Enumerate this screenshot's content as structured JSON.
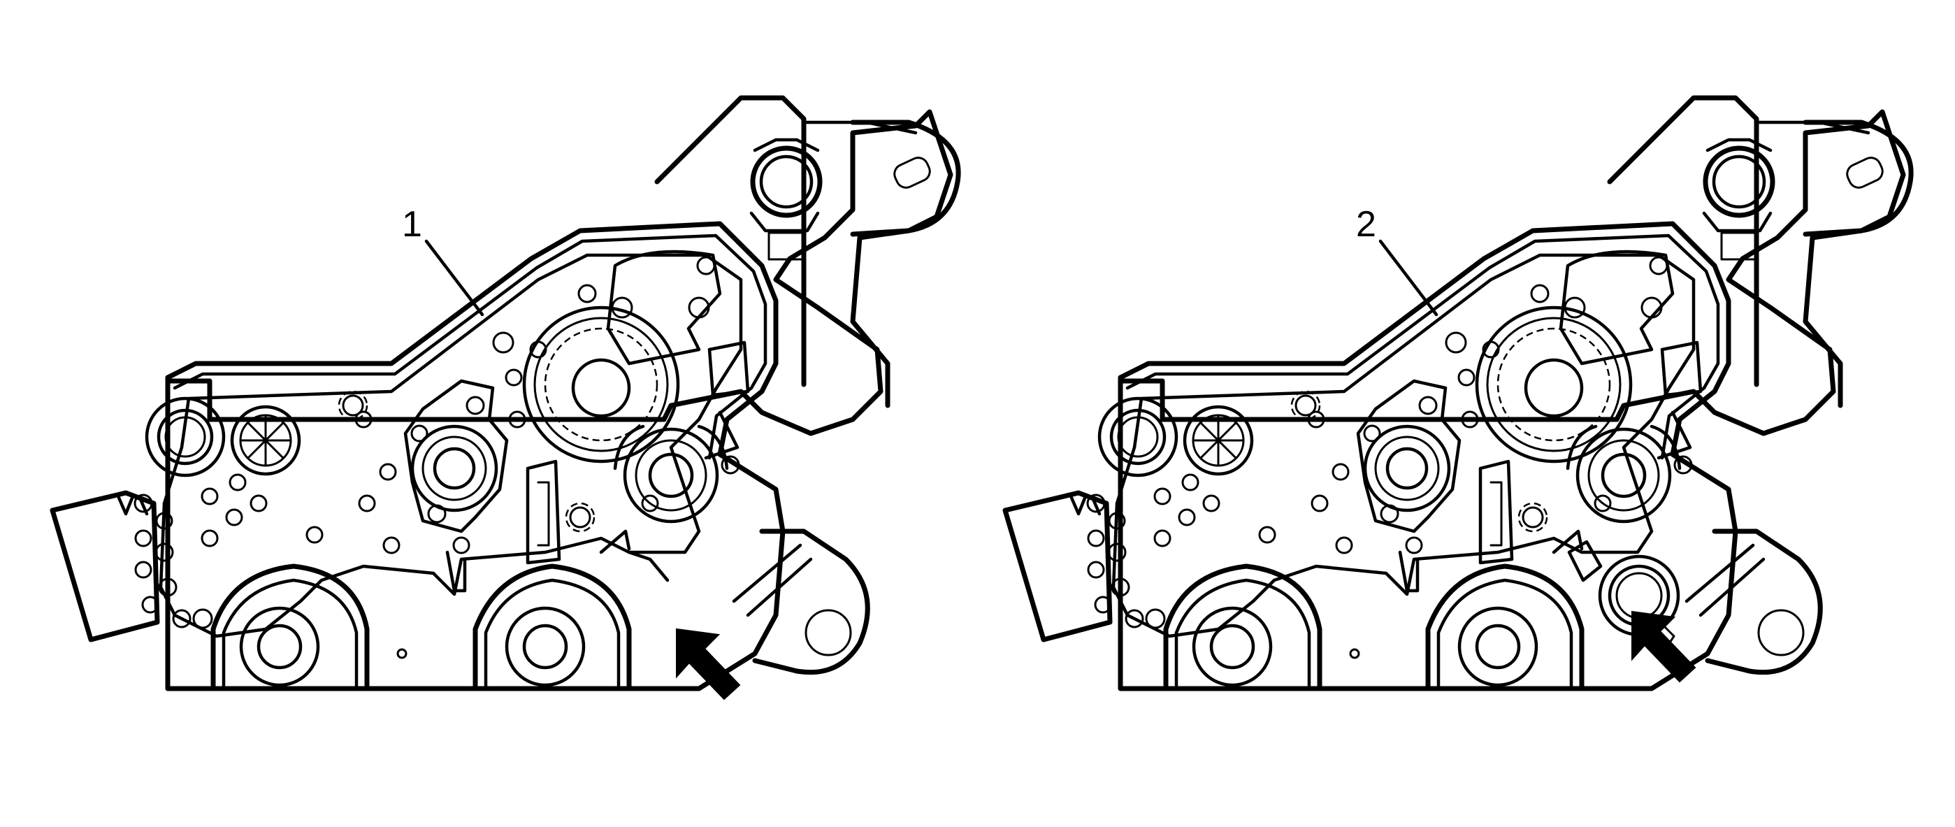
{
  "diagram": {
    "panels": [
      {
        "id": "before",
        "callout": "1",
        "arrow_target": "empty-port"
      },
      {
        "id": "after",
        "callout": "2",
        "arrow_target": "installed-plug"
      }
    ]
  }
}
